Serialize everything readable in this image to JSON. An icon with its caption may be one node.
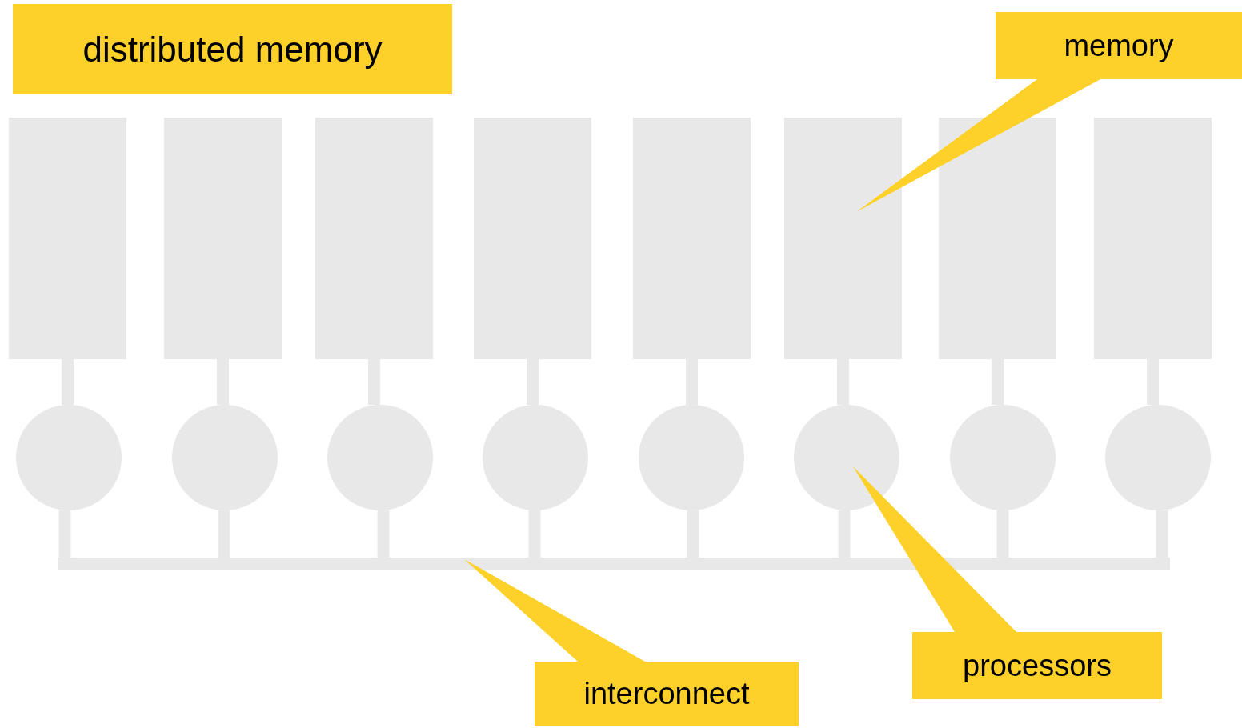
{
  "diagram": {
    "nodes": [
      {
        "text": [
          "distributed memory"
        ]
      },
      {
        "text": [
          "memory"
        ]
      },
      {
        "text": [],
        "shape": "box"
      },
      {
        "text": [],
        "shape": "box"
      },
      {
        "text": [],
        "shape": "box"
      },
      {
        "text": [],
        "shape": "box"
      },
      {
        "text": [],
        "shape": "box"
      },
      {
        "text": [],
        "shape": "box"
      },
      {
        "text": [],
        "shape": "box"
      },
      {
        "text": [],
        "shape": "box"
      },
      {
        "text": [],
        "shape": "circle"
      },
      {
        "text": [],
        "shape": "circle"
      },
      {
        "text": [],
        "shape": "circle"
      },
      {
        "text": [],
        "shape": "circle"
      },
      {
        "text": [],
        "shape": "circle"
      },
      {
        "text": [],
        "shape": "circle"
      },
      {
        "text": [],
        "shape": "circle"
      },
      {
        "text": [],
        "shape": "circle"
      },
      {
        "text": [],
        "shape": "bar"
      },
      {
        "text": [
          "processors"
        ]
      },
      {
        "text": [
          "interconnect"
        ]
      }
    ],
    "edges": [
      {
        "from": 2,
        "to": 10,
        "arrow": "none"
      },
      {
        "from": 3,
        "to": 11,
        "arrow": "none"
      },
      {
        "from": 4,
        "to": 12,
        "arrow": "none"
      },
      {
        "from": 5,
        "to": 13,
        "arrow": "none"
      },
      {
        "from": 6,
        "to": 14,
        "arrow": "none"
      },
      {
        "from": 7,
        "to": 15,
        "arrow": "none"
      },
      {
        "from": 8,
        "to": 16,
        "arrow": "none"
      },
      {
        "from": 9,
        "to": 17,
        "arrow": "none"
      },
      {
        "from": 10,
        "to": 18,
        "arrow": "none"
      },
      {
        "from": 11,
        "to": 18,
        "arrow": "none"
      },
      {
        "from": 12,
        "to": 18,
        "arrow": "none"
      },
      {
        "from": 13,
        "to": 18,
        "arrow": "none"
      },
      {
        "from": 14,
        "to": 18,
        "arrow": "none"
      },
      {
        "from": 15,
        "to": 18,
        "arrow": "none"
      },
      {
        "from": 16,
        "to": 18,
        "arrow": "none"
      },
      {
        "from": 17,
        "to": 18,
        "arrow": "none"
      },
      {
        "from": 1,
        "to": 7,
        "arrow": "none",
        "color": "#fdd12a"
      },
      {
        "from": 19,
        "to": 15,
        "arrow": "none",
        "color": "#fdd12a"
      },
      {
        "from": 20,
        "to": 18,
        "arrow": "none",
        "color": "#fdd12a"
      }
    ]
  }
}
